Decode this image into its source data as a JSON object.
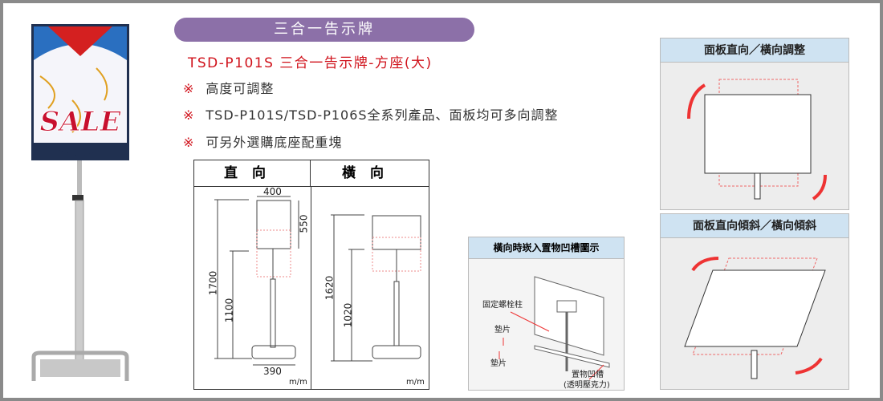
{
  "header": {
    "pill": "三合一告示牌"
  },
  "product": {
    "title": "TSD-P101S 三合一告示牌-方座(大)",
    "features": [
      {
        "mark": "※",
        "text": "高度可調整"
      },
      {
        "mark": "※",
        "text": "TSD-P101S/TSD-P106S全系列產品、面板均可多向調整"
      },
      {
        "mark": "※",
        "text": "可另外選購底座配重塊"
      }
    ],
    "sign_text": "SALE"
  },
  "spec": {
    "portrait": {
      "title": "直向",
      "width": "400",
      "panel_height": "550",
      "total_height": "1700",
      "pole_height": "1100",
      "base_width": "390",
      "unit": "m/m"
    },
    "landscape": {
      "title": "橫向",
      "total_height": "1620",
      "pole_height": "1020",
      "unit": "m/m"
    }
  },
  "slot_diagram": {
    "title": "橫向時崁入置物凹槽圖示",
    "labels": {
      "bolt": "固定螺栓柱",
      "pad1": "墊片",
      "pad2": "墊片",
      "slot": "置物凹槽",
      "slot_note": "(透明壓克力)"
    }
  },
  "panels": [
    {
      "title": "面板直向／橫向調整"
    },
    {
      "title": "面板直向傾斜／橫向傾斜"
    }
  ],
  "colors": {
    "accent_purple": "#8c70a8",
    "red": "#d0121b",
    "panel_header": "#cfe3f2"
  }
}
